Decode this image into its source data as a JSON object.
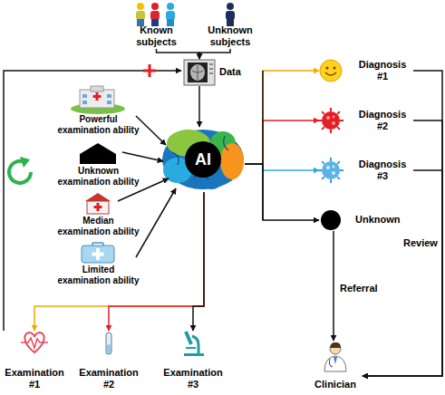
{
  "diagram": {
    "nodes": [
      {
        "text": [
          "Known subjects"
        ]
      },
      {
        "text": [
          "Unknown subjects"
        ]
      },
      {
        "text": [
          "Data"
        ]
      },
      {
        "text": [
          "AI"
        ]
      },
      {
        "text": [
          "Powerful examination ability"
        ]
      },
      {
        "text": [
          "Unknown examination ability"
        ]
      },
      {
        "text": [
          "Median examination ability"
        ]
      },
      {
        "text": [
          "Limited examination ability"
        ]
      },
      {
        "text": [
          "Diagnosis #1"
        ]
      },
      {
        "text": [
          "Diagnosis #2"
        ]
      },
      {
        "text": [
          "Diagnosis #3"
        ]
      },
      {
        "text": [
          "Unknown"
        ]
      },
      {
        "text": [
          "Examination #1"
        ]
      },
      {
        "text": [
          "Examination #2"
        ]
      },
      {
        "text": [
          "Examination #3"
        ]
      },
      {
        "text": [
          "Clinician"
        ]
      }
    ],
    "edges": [
      {
        "from": 0,
        "to": 2,
        "arrow": "to"
      },
      {
        "from": 1,
        "to": 2,
        "arrow": "to"
      },
      {
        "from": 2,
        "to": 3,
        "arrow": "to"
      },
      {
        "from": 4,
        "to": 3,
        "arrow": "to"
      },
      {
        "from": 5,
        "to": 3,
        "arrow": "to"
      },
      {
        "from": 6,
        "to": 3,
        "arrow": "to"
      },
      {
        "from": 7,
        "to": 3,
        "arrow": "to"
      },
      {
        "from": 3,
        "to": 8,
        "arrow": "to"
      },
      {
        "from": 3,
        "to": 9,
        "arrow": "to"
      },
      {
        "from": 3,
        "to": 10,
        "arrow": "to"
      },
      {
        "from": 3,
        "to": 11,
        "arrow": "to"
      },
      {
        "from": 3,
        "to": 12,
        "arrow": "to"
      },
      {
        "from": 3,
        "to": 13,
        "arrow": "to"
      },
      {
        "from": 3,
        "to": 14,
        "arrow": "to"
      },
      {
        "from": 11,
        "to": 15,
        "label": "Referral",
        "arrow": "to"
      },
      {
        "from": 8,
        "to": 15,
        "arrow": "to"
      },
      {
        "from": 9,
        "to": 15,
        "arrow": "to"
      },
      {
        "from": 10,
        "to": 15,
        "label": "Review",
        "arrow": "to"
      },
      {
        "from": 12,
        "to": 2,
        "arrow": "to"
      }
    ]
  }
}
